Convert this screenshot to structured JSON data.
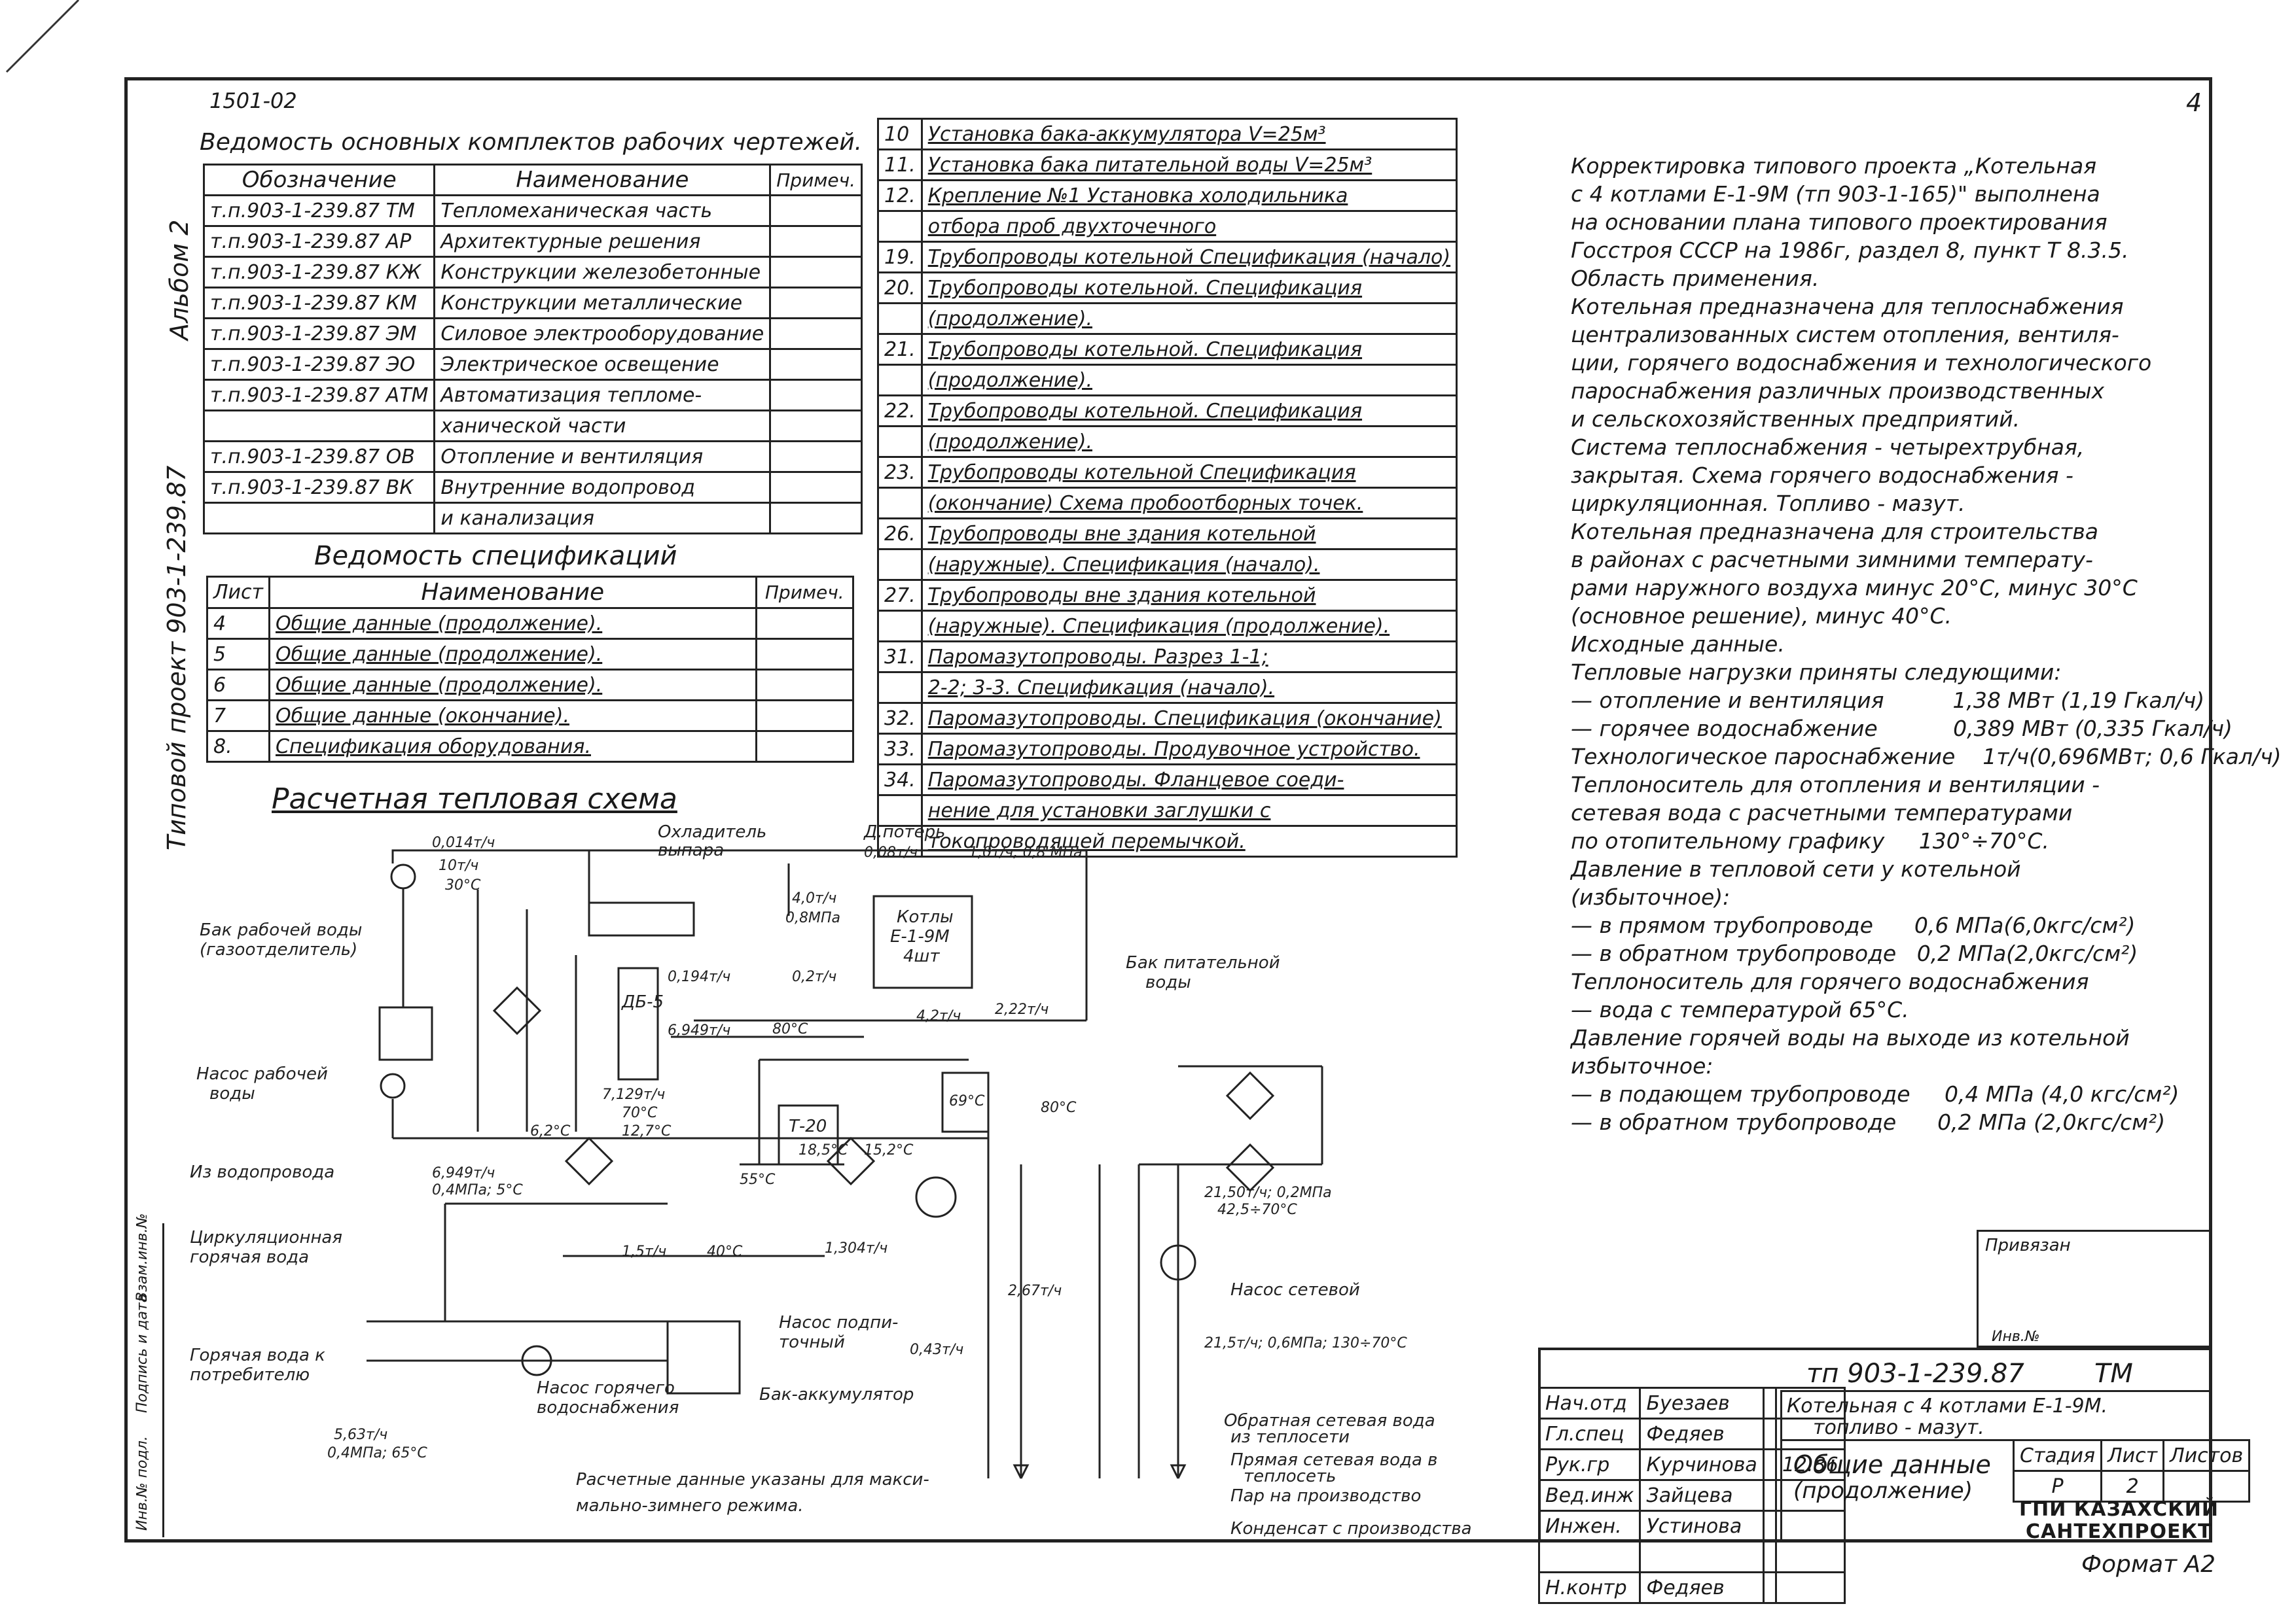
{
  "sheet": {
    "code_top": "1501-02",
    "page_number": "4",
    "side_project": "Типовой проект 903-1-239.87",
    "side_album": "Альбом 2",
    "format": "Формат А2"
  },
  "drawings_list": {
    "title": "Ведомость основных комплектов рабочих чертежей.",
    "headers": [
      "Обозначение",
      "Наименование",
      "Примеч."
    ],
    "rows": [
      [
        "т.п.903-1-239.87 ТМ",
        "Тепломеханическая часть",
        ""
      ],
      [
        "т.п.903-1-239.87 АР",
        "Архитектурные решения",
        ""
      ],
      [
        "т.п.903-1-239.87 КЖ",
        "Конструкции железобетонные",
        ""
      ],
      [
        "т.п.903-1-239.87 КМ",
        "Конструкции металлические",
        ""
      ],
      [
        "т.п.903-1-239.87 ЭМ",
        "Силовое электрооборудование",
        ""
      ],
      [
        "т.п.903-1-239.87 ЭО",
        "Электрическое освещение",
        ""
      ],
      [
        "т.п.903-1-239.87 АТМ",
        "Автоматизация тепломе-",
        ""
      ],
      [
        "",
        "ханической части",
        ""
      ],
      [
        "т.п.903-1-239.87 ОВ",
        "Отопление и вентиляция",
        ""
      ],
      [
        "т.п.903-1-239.87 ВК",
        "Внутренние водопровод",
        ""
      ],
      [
        "",
        "и канализация",
        ""
      ]
    ]
  },
  "spec_list": {
    "title": "Ведомость спецификаций",
    "headers": [
      "Лист",
      "Наименование",
      "Примеч."
    ],
    "rows": [
      [
        "4",
        "Общие данные (продолжение).",
        ""
      ],
      [
        "5",
        "Общие данные (продолжение).",
        ""
      ],
      [
        "6",
        "Общие данные (продолжение).",
        ""
      ],
      [
        "7",
        "Общие данные (окончание).",
        ""
      ],
      [
        "8.",
        "Спецификация оборудования.",
        ""
      ]
    ]
  },
  "spec_continued": {
    "rows": [
      [
        "10",
        "Установка бака-аккумулятора V=25м³"
      ],
      [
        "11.",
        "Установка бака питательной воды V=25м³"
      ],
      [
        "12.",
        "Крепление №1 Установка холодильника"
      ],
      [
        "",
        "отбора проб двухточечного"
      ],
      [
        "19.",
        "Трубопроводы котельной Спецификация (начало)"
      ],
      [
        "20.",
        "Трубопроводы котельной. Спецификация"
      ],
      [
        "",
        "(продолжение)."
      ],
      [
        "21.",
        "Трубопроводы котельной. Спецификация"
      ],
      [
        "",
        "(продолжение)."
      ],
      [
        "22.",
        "Трубопроводы котельной. Спецификация"
      ],
      [
        "",
        "(продолжение)."
      ],
      [
        "23.",
        "Трубопроводы котельной Спецификация"
      ],
      [
        "",
        "(окончание) Схема пробоотборных точек."
      ],
      [
        "26.",
        "Трубопроводы вне здания котельной"
      ],
      [
        "",
        "(наружные). Спецификация (начало)."
      ],
      [
        "27.",
        "Трубопроводы вне здания котельной"
      ],
      [
        "",
        "(наружные). Спецификация (продолжение)."
      ],
      [
        "31.",
        "Паромазутопроводы. Разрез 1-1;"
      ],
      [
        "",
        "2-2; 3-3. Спецификация (начало)."
      ],
      [
        "32.",
        "Паромазутопроводы. Спецификация (окончание)"
      ],
      [
        "33.",
        "Паромазутопроводы. Продувочное устройство."
      ],
      [
        "34.",
        "Паромазутопроводы. Фланцевое соеди-"
      ],
      [
        "",
        "нение для установки заглушки с"
      ],
      [
        "",
        "токопроводящей перемычкой."
      ]
    ]
  },
  "notes": {
    "lines": [
      "Корректировка типового проекта „Котельная",
      "с 4 котлами Е-1-9М (тп 903-1-165)\" выполнена",
      "на основании плана типового проектирования",
      "Госстроя СССР на 1986г, раздел 8, пункт Т 8.3.5.",
      "Область применения.",
      "Котельная предназначена для теплоснабжения",
      "централизованных систем отопления, вентиля-",
      "ции, горячего водоснабжения и технологического",
      "пароснабжения различных производственных",
      "и сельскохозяйственных предприятий.",
      "Система теплоснабжения - четырехтрубная,",
      "закрытая. Схема горячего водоснабжения -",
      "циркуляционная. Топливо - мазут.",
      "Котельная предназначена для строительства",
      "в районах с расчетными зимними температу-",
      "рами наружного воздуха минус 20°С, минус 30°С",
      "(основное решение), минус 40°С.",
      "Исходные данные.",
      "Тепловые нагрузки приняты следующими:",
      "— отопление и вентиляция          1,38 МВт (1,19 Гкал/ч)",
      "— горячее водоснабжение           0,389 МВт (0,335 Гкал/ч)",
      "Технологическое пароснабжение    1т/ч(0,696МВт; 0,6 Гкал/ч)",
      "Теплоноситель для отопления и вентиляции -",
      "сетевая вода с расчетными температурами",
      "по отопительному графику     130°÷70°С.",
      "Давление в тепловой сети у котельной",
      "(избыточное):",
      "— в прямом трубопроводе      0,6 МПа(6,0кгс/см²)",
      "— в обратном трубопроводе   0,2 МПа(2,0кгс/см²)",
      "Теплоноситель для горячего водоснабжения",
      "— вода с температурой 65°С.",
      "Давление горячей воды на выходе из котельной",
      "избыточное:",
      "— в подающем трубопроводе     0,4 МПа (4,0 кгс/см²)",
      "— в обратном трубопроводе      0,2 МПа (2,0кгс/см²)"
    ]
  },
  "scheme": {
    "title": "Расчетная тепловая схема",
    "footnote_1": "Расчетные данные указаны для макси-",
    "footnote_2": "мально-зимнего режима.",
    "labels": {
      "bak_rab": "Бак рабочей воды",
      "bak_rab2": "(газоотделитель)",
      "nasos_rab": "Насос рабочей",
      "nasos_rab2": "воды",
      "iz_vodoprovoda": "Из водопровода",
      "cirk": "Циркуляционная",
      "cirk2": "горячая вода",
      "gor_voda": "Горячая вода к",
      "gor_voda2": "потребителю",
      "nasos_gor": "Насос горячего",
      "nasos_gor2": "водоснабжения",
      "bak_akk": "Бак-аккумулятор",
      "nasos_podp": "Насос подпи-",
      "nasos_podp2": "точный",
      "ohlad": "Охладитель",
      "ohlad2": "выпара",
      "d_poter": "Д.потерь",
      "kotly": "Котлы",
      "kotly2": "Е-1-9М",
      "kotly3": "4шт",
      "bak_pit": "Бак питательной",
      "bak_pit2": "воды",
      "nasos_set": "Насос сетевой",
      "obr_set": "Обратная сетевая вода",
      "obr_set2": "из теплосети",
      "pr_set": "Прямая сетевая вода в",
      "pr_set2": "теплосеть",
      "par": "Пар на производство",
      "kond": "Конденсат с производства",
      "t20": "Т-20",
      "db": "ДБ-5"
    },
    "values": {
      "v1": "0,014т/ч",
      "v2": "10т/ч",
      "v3": "30°С",
      "v4": "0,08т/ч",
      "v5": "1,0т/ч; 0,8 МПа",
      "v6": "4,0т/ч",
      "v7": "0,8МПа",
      "v8": "0,2т/ч",
      "v9": "0,194т/ч",
      "v10": "6,949т/ч",
      "v11": "2,22т/ч",
      "v12": "80°С",
      "v13": "7,129т/ч",
      "v14": "70°С",
      "v15": "12,7°С",
      "v16": "6,2°С",
      "v17": "6,949т/ч",
      "v18": "0,4МПа; 5°С",
      "v19": "55°С",
      "v20": "18,5°С",
      "v21": "15,2°С",
      "v22": "69°С",
      "v23": "80°С",
      "v24": "1,5т/ч",
      "v25": "40°С",
      "v26": "1,304т/ч",
      "v27": "21,50т/ч; 0,2МПа",
      "v28": "42,5÷70°С",
      "v29": "21,5т/ч; 0,6МПа; 130÷70°С",
      "v30": "0,43т/ч",
      "v31": "2,67т/ч",
      "v32": "5,63т/ч",
      "v33": "0,4МПа; 65°С",
      "v34": "4,2т/ч"
    }
  },
  "title_block": {
    "privyazan": "Привязан",
    "inv": "Инв.№",
    "code": "тп 903-1-239.87",
    "mark": "ТМ",
    "name1": "Котельная с 4 котлами Е-1-9М.",
    "name2": "топливо - мазут.",
    "sheet_title1": "Общие данные",
    "sheet_title2": "(продолжение)",
    "stage_h": "Стадия",
    "list_h": "Лист",
    "lists_h": "Листов",
    "stage": "Р",
    "list": "2",
    "org1": "ГПИ КАЗАХСКИЙ",
    "org2": "САНТЕХПРОЕКТ",
    "signers": [
      [
        "Нач.отд",
        "Буезаев"
      ],
      [
        "Гл.спец",
        "Федяев"
      ],
      [
        "Рук.гр",
        "Курчинова"
      ],
      [
        "Вед.инж",
        "Зайцева"
      ],
      [
        "Инжен.",
        "Устинова"
      ],
      [
        "",
        ""
      ],
      [
        "Н.контр",
        "Федяев"
      ]
    ],
    "date": "12.86",
    "side_cols": [
      "Инв.№ подл.",
      "Подпись и дата",
      "Взам.инв.№"
    ]
  }
}
